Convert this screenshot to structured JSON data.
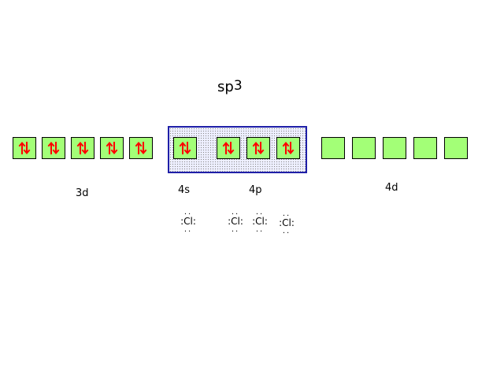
{
  "title": {
    "base": "sp",
    "superscript": "3"
  },
  "labels": {
    "d3": "3d",
    "s4": "4s",
    "p4": "4p",
    "d4": "4d"
  },
  "orbitals": {
    "d3": [
      "paired",
      "paired",
      "paired",
      "paired",
      "paired"
    ],
    "s4": [
      "paired"
    ],
    "p4": [
      "paired",
      "paired",
      "paired"
    ],
    "d4": [
      "empty",
      "empty",
      "empty",
      "empty",
      "empty"
    ]
  },
  "ligands": [
    {
      "dots_top": "..",
      "symbol": ":Cl:",
      "dots_bottom": ".."
    },
    {
      "dots_top": "..",
      "symbol": ":Cl:",
      "dots_bottom": ".."
    },
    {
      "dots_top": "..",
      "symbol": ":Cl:",
      "dots_bottom": ".."
    },
    {
      "dots_top": "..",
      "symbol": ":Cl:",
      "dots_bottom": ".."
    }
  ],
  "colors": {
    "orbital_fill": "#a3ff77",
    "electron_arrows": "#ff0000",
    "hybrid_border": "#1f1fa8"
  }
}
